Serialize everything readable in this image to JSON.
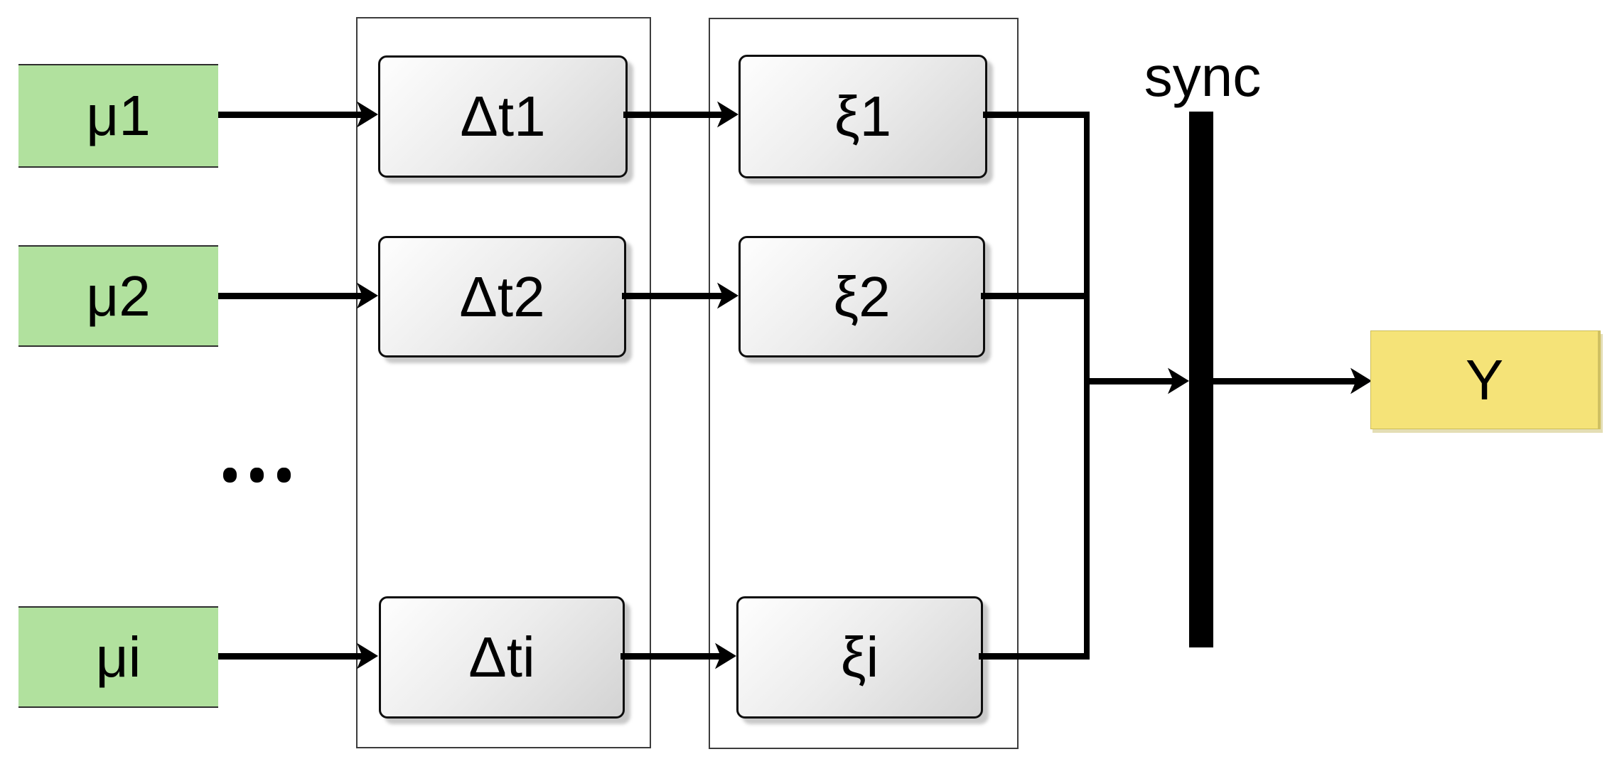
{
  "diagram": {
    "rows": [
      {
        "input": "μ1",
        "delay": "Δt1",
        "xi": "ξ1"
      },
      {
        "input": "μ2",
        "delay": "Δt2",
        "xi": "ξ2"
      },
      {
        "input": "μi",
        "delay": "Δti",
        "xi": "ξi"
      }
    ],
    "ellipsis": "...",
    "sync_label": "sync",
    "output": {
      "label": "Y"
    },
    "colors": {
      "input_fill": "#b1e19e",
      "output_fill": "#f5e378",
      "block_fill_light": "#fefefe",
      "block_fill_dark": "#d3d3d3",
      "block_border": "#0d0d0d",
      "container_border": "#3c3c3c",
      "line": "#000000"
    }
  }
}
